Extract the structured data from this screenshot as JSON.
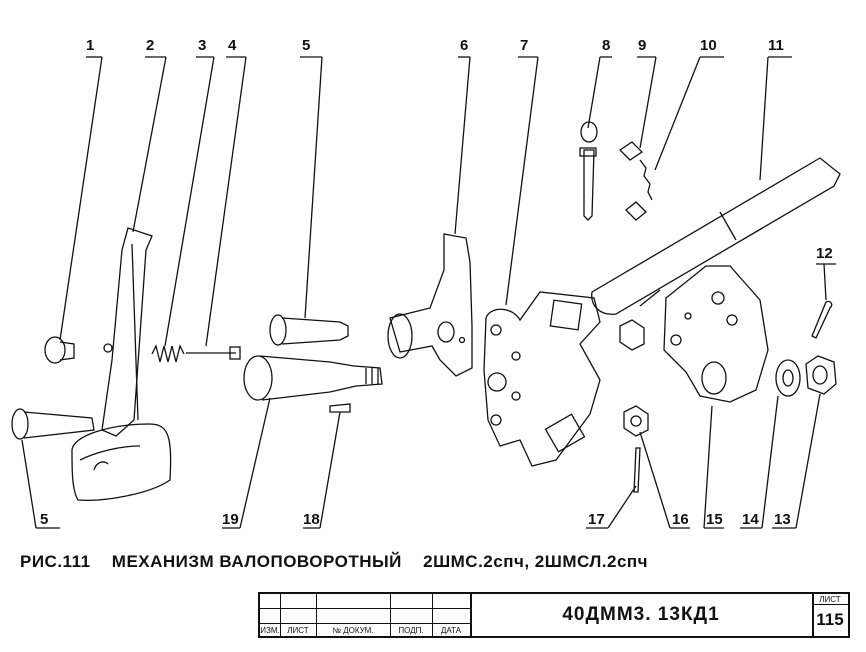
{
  "callouts": [
    "1",
    "2",
    "3",
    "4",
    "5",
    "6",
    "7",
    "8",
    "9",
    "10",
    "11",
    "12",
    "5",
    "19",
    "18",
    "17",
    "16",
    "15",
    "14",
    "13"
  ],
  "caption": {
    "figure": "РИС.111",
    "title": "МЕХАНИЗМ ВАЛОПОВОРОТНЫЙ",
    "models": "2ШМС.2спч,  2ШМСЛ.2спч"
  },
  "title_block": {
    "headers": [
      "ИЗМ.",
      "ЛИСТ",
      "№ ДОКУМ.",
      "ПОДП.",
      "ДАТА"
    ],
    "code": "40ДММ3. 13КД1",
    "sheet_label": "ЛИСТ",
    "sheet_number": "115"
  }
}
